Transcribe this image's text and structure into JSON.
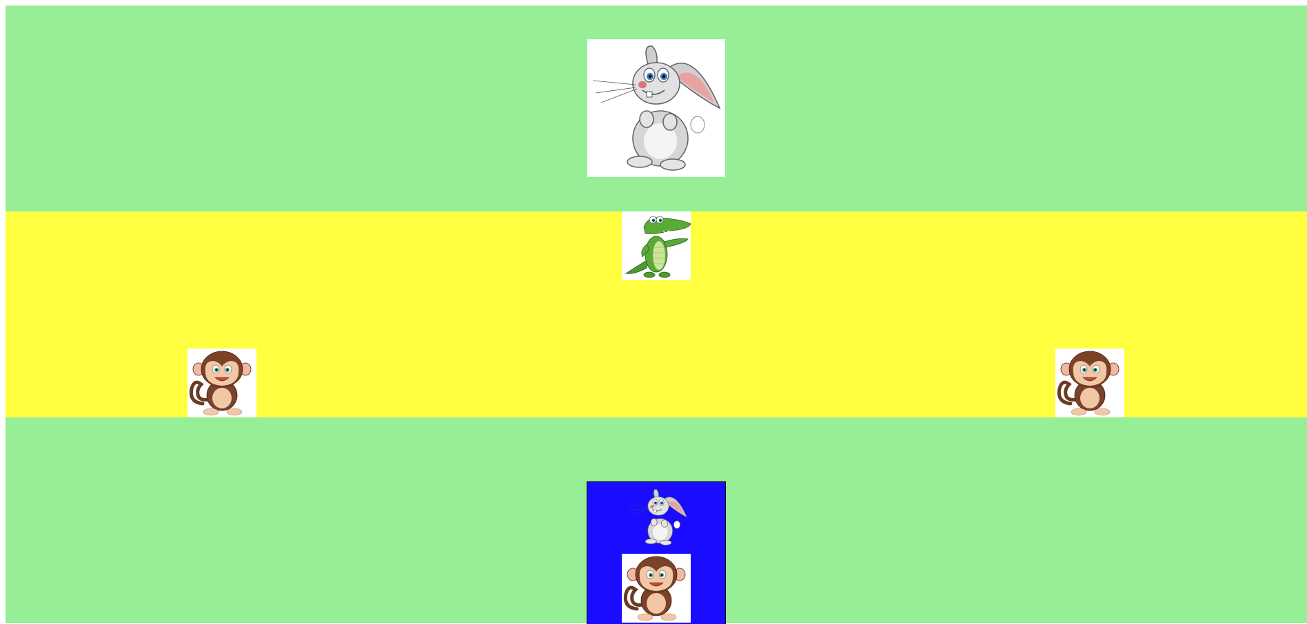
{
  "colors": {
    "grass": "#96EE96",
    "river": "#FFFF40",
    "base": "#1A0DFF",
    "tile_bg": "#FFFFFF"
  },
  "board": {
    "zones": [
      {
        "id": "top",
        "color": "grass"
      },
      {
        "id": "middle",
        "color": "river"
      },
      {
        "id": "bottom",
        "color": "grass"
      }
    ],
    "pieces": [
      {
        "id": "rabbit-top",
        "animal": "rabbit",
        "icon": "rabbit-icon",
        "zone": "top"
      },
      {
        "id": "crocodile",
        "animal": "crocodile",
        "icon": "crocodile-icon",
        "zone": "middle"
      },
      {
        "id": "monkey-left",
        "animal": "monkey",
        "icon": "monkey-icon",
        "zone": "middle"
      },
      {
        "id": "monkey-right",
        "animal": "monkey",
        "icon": "monkey-icon",
        "zone": "middle"
      },
      {
        "id": "rabbit-base",
        "animal": "rabbit",
        "icon": "rabbit-icon",
        "zone": "bottom"
      },
      {
        "id": "monkey-base",
        "animal": "monkey",
        "icon": "monkey-icon",
        "zone": "bottom"
      }
    ],
    "home_base": {
      "zone": "bottom",
      "color": "base"
    }
  }
}
